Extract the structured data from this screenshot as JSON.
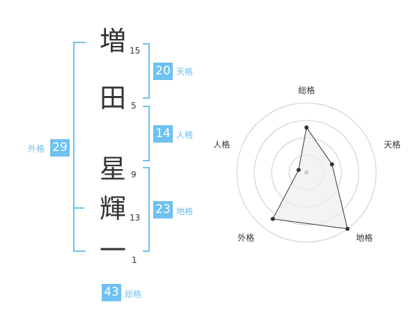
{
  "name": {
    "characters": [
      {
        "char": "増",
        "strokes": "15"
      },
      {
        "char": "田",
        "strokes": "5"
      },
      {
        "char": "星",
        "strokes": "9"
      },
      {
        "char": "輝",
        "strokes": "13"
      },
      {
        "char": "一",
        "strokes": "1"
      }
    ]
  },
  "scores": {
    "tenkaku": {
      "label": "天格",
      "value": "20"
    },
    "jinkaku": {
      "label": "人格",
      "value": "14"
    },
    "chikaku": {
      "label": "地格",
      "value": "23"
    },
    "gaikaku": {
      "label": "外格",
      "value": "29"
    },
    "soukaku": {
      "label": "総格",
      "value": "43"
    }
  },
  "chart_data": {
    "type": "radar",
    "axes": [
      "総格",
      "天格",
      "地格",
      "外格",
      "人格"
    ],
    "values": [
      0.6,
      0.3,
      1.0,
      0.8,
      0.0
    ],
    "rings": 4,
    "colors": {
      "ring": "#cccccc",
      "fill": "#eeeeee",
      "line": "#333333",
      "point": "#333333",
      "center": "#cccccc"
    }
  },
  "colors": {
    "accent": "#6ec1f0",
    "text": "#333333"
  }
}
